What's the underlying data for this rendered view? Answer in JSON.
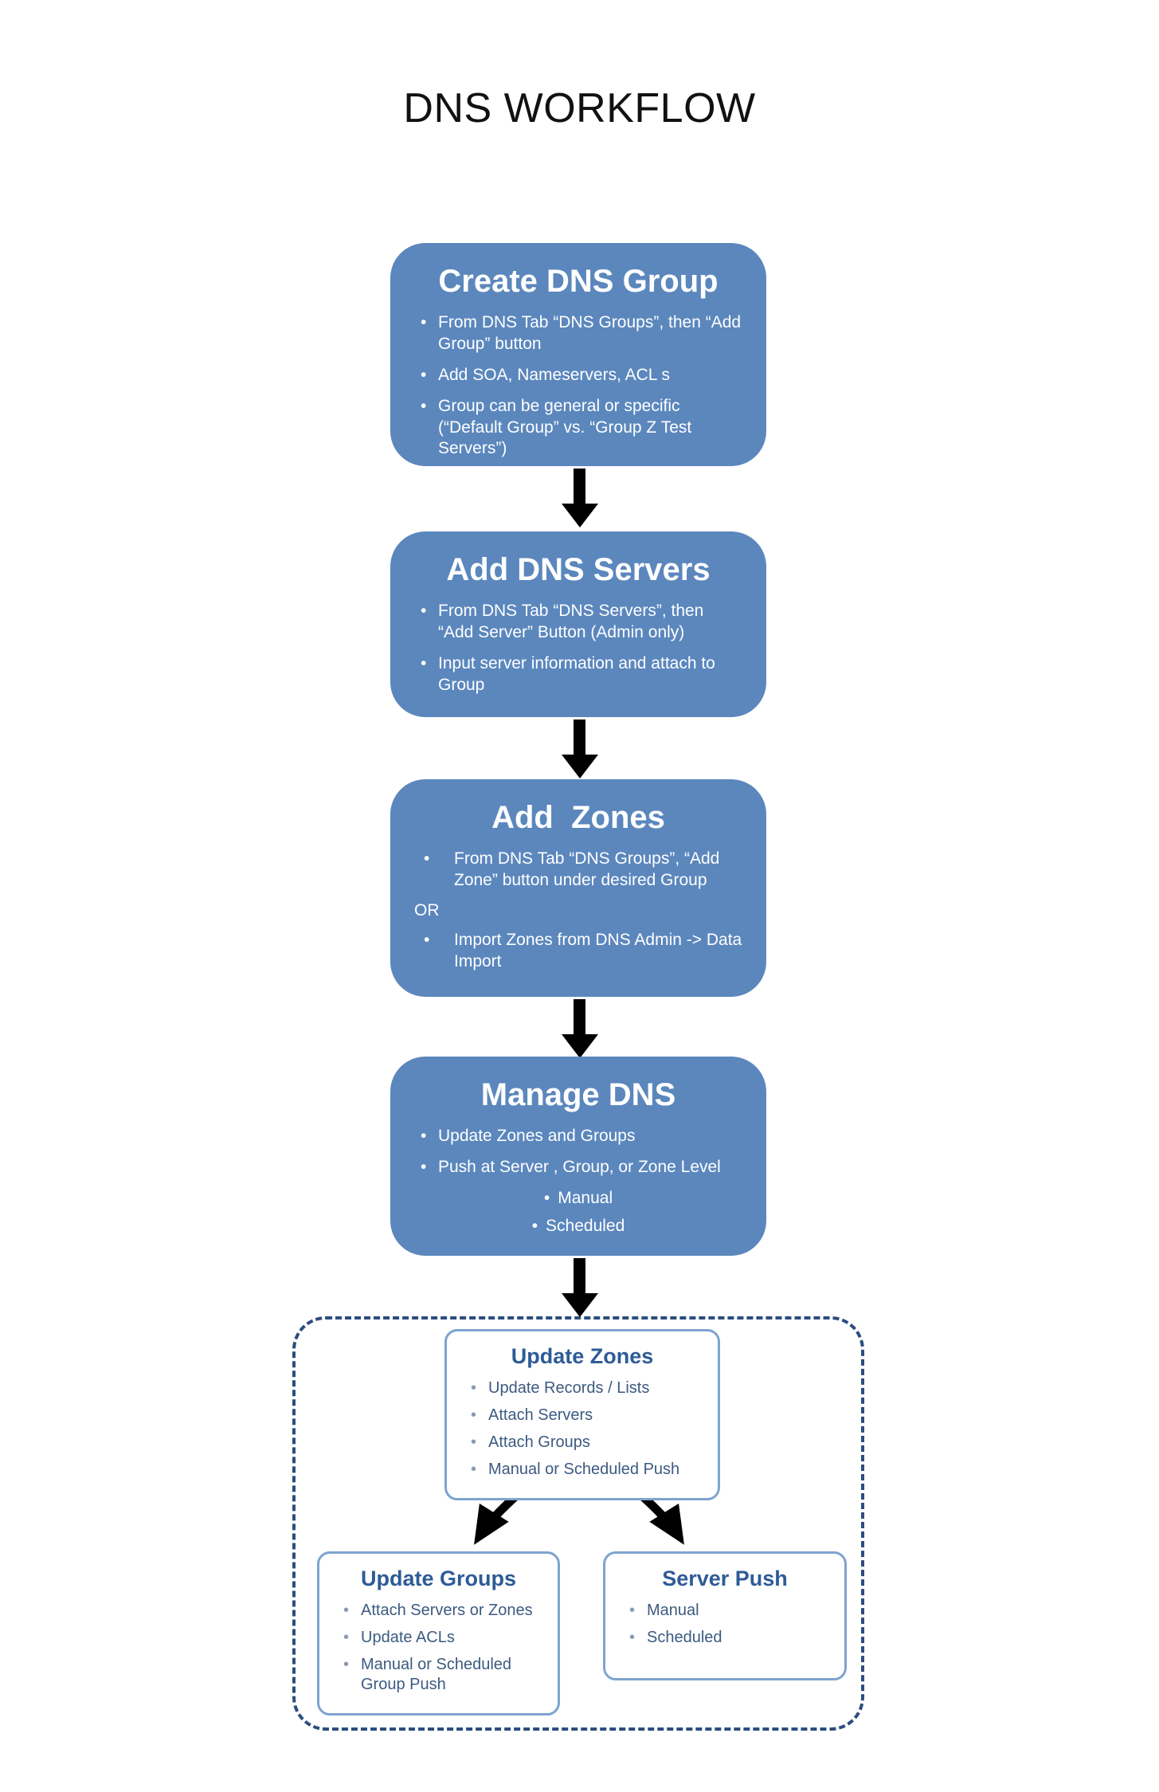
{
  "title": "DNS WORKFLOW",
  "colors": {
    "box_blue": "#5b87bd",
    "box_text": "#ffffff",
    "dashed_border": "#2c4d7e",
    "sub_border": "#7da4cf",
    "sub_title": "#2e5b97",
    "sub_text": "#3c5a80",
    "arrow": "#000000"
  },
  "flow": [
    {
      "title": "Create DNS Group",
      "bullets": [
        "From DNS Tab “DNS Groups”, then “Add Group” button",
        "Add SOA, Nameservers, ACL s",
        "Group can be general or specific (“Default Group” vs. “Group Z Test Servers”)"
      ]
    },
    {
      "title": "Add DNS Servers",
      "bullets": [
        "From DNS Tab “DNS Servers”, then “Add Server” Button (Admin only)",
        "Input server information and attach to Group"
      ]
    },
    {
      "title": "Add  Zones",
      "bullets": [
        "From DNS Tab “DNS Groups”, “Add Zone” button under desired Group"
      ],
      "or_label": "OR",
      "bullets2": [
        "Import Zones from DNS Admin -> Data Import"
      ]
    },
    {
      "title": "Manage DNS",
      "bullets": [
        "Update Zones and Groups",
        "Push at Server , Group, or Zone Level"
      ],
      "sub_bullets": [
        "Manual",
        "Scheduled"
      ]
    }
  ],
  "detail": {
    "update_zones": {
      "title": "Update Zones",
      "bullets": [
        "Update Records / Lists",
        "Attach Servers",
        "Attach Groups",
        "Manual or Scheduled Push"
      ]
    },
    "update_groups": {
      "title": "Update Groups",
      "bullets": [
        "Attach Servers or Zones",
        "Update ACLs",
        "Manual or Scheduled Group Push"
      ]
    },
    "server_push": {
      "title": "Server Push",
      "bullets": [
        "Manual",
        "Scheduled"
      ]
    }
  }
}
